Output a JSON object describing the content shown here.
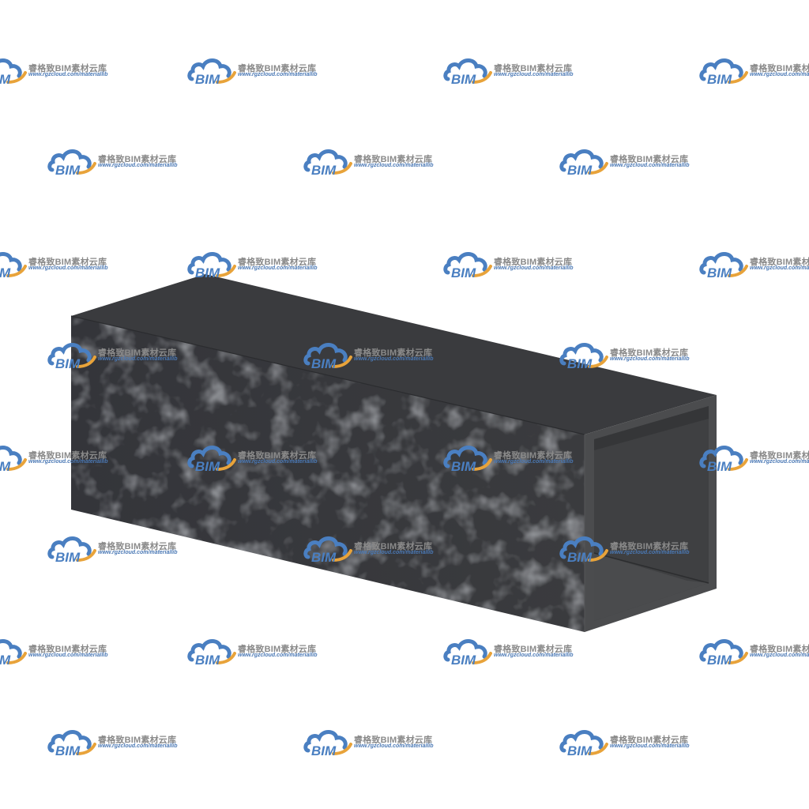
{
  "scene": {
    "object": "square-steel-tube",
    "background_color": "#ffffff",
    "colors": {
      "top_face": "#3a3b3e",
      "side_face": "#36373a",
      "end_rim": "#4a4b4d",
      "inner_cavity": "#3f4042",
      "inner_floor": "#48494b"
    }
  },
  "watermark": {
    "title": "睿格致BIM素材云库",
    "url": "www.rgzcloud.com/materiallib",
    "logo_text": "BIM",
    "logo_icon": "cloud-icon",
    "logo_colors": {
      "cloud": "#4a7fc1",
      "arc": "#e8a33a"
    }
  }
}
